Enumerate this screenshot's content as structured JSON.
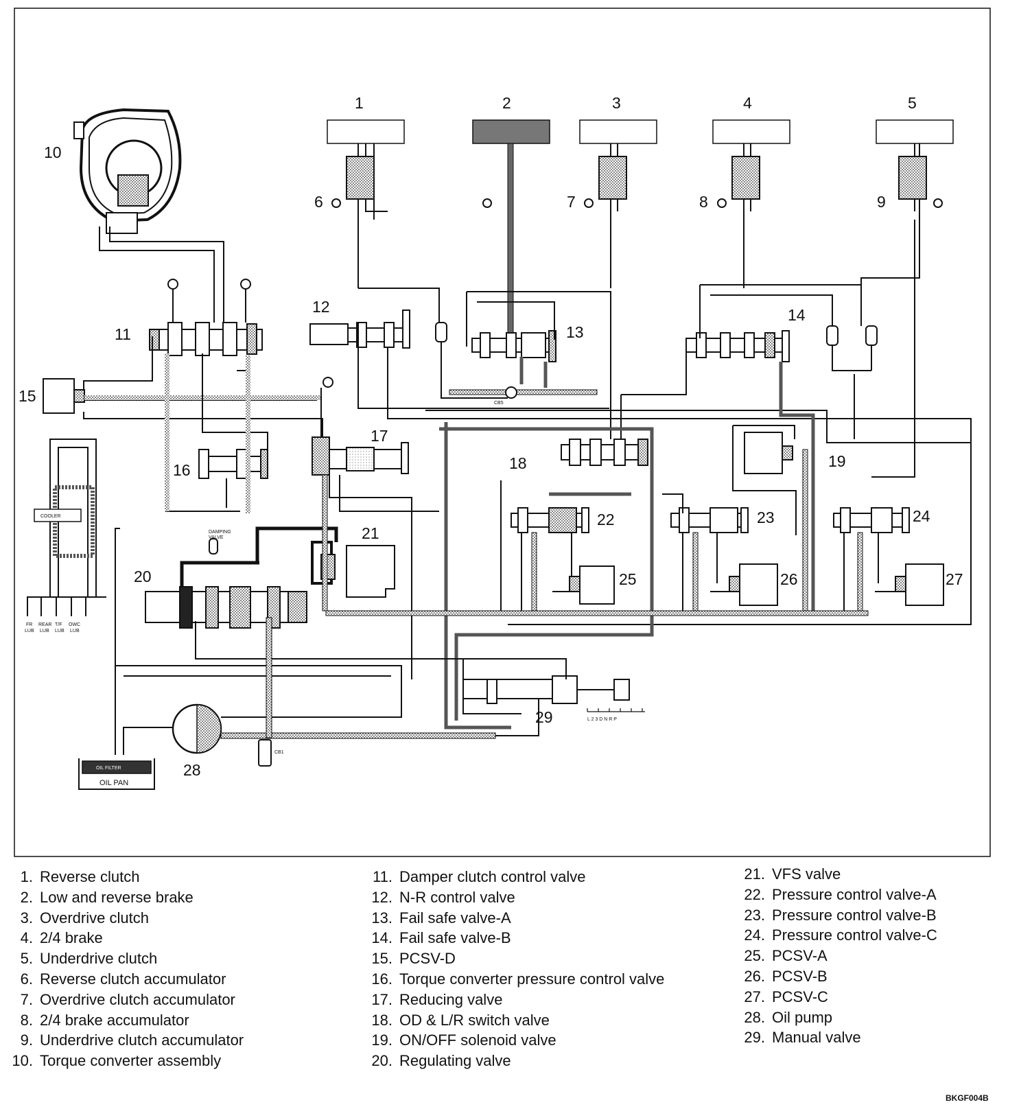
{
  "diagram": {
    "clutch_numbers": [
      "1",
      "2",
      "3",
      "4",
      "5"
    ],
    "component_numbers": {
      "n6": "6",
      "n7": "7",
      "n8": "8",
      "n9": "9",
      "n10": "10",
      "n11": "11",
      "n12": "12",
      "n13": "13",
      "n14": "14",
      "n15": "15",
      "n16": "16",
      "n17": "17",
      "n18": "18",
      "n19": "19",
      "n20": "20",
      "n21": "21",
      "n22": "22",
      "n23": "23",
      "n24": "24",
      "n25": "25",
      "n26": "26",
      "n27": "27",
      "n28": "28",
      "n29": "29"
    },
    "small_labels": {
      "cooler": "COOLER",
      "oil_pan": "OIL PAN",
      "oil_filter": "OIL FILTER",
      "damping_valve_1": "DAMPING",
      "damping_valve_2": "VALVE",
      "cb1": "CB1",
      "cb5": "CB5",
      "shift_positions": "L 2 3 D N R P",
      "lub": [
        {
          "top": "FR",
          "bottom": "LUB"
        },
        {
          "top": "REAR",
          "bottom": "LUB"
        },
        {
          "top": "T/F",
          "bottom": "LUB"
        },
        {
          "top": "OWC",
          "bottom": "LUB"
        }
      ]
    }
  },
  "legend": {
    "col1": [
      {
        "n": "1.",
        "text": "Reverse clutch"
      },
      {
        "n": "2.",
        "text": "Low and reverse brake"
      },
      {
        "n": "3.",
        "text": "Overdrive clutch"
      },
      {
        "n": "4.",
        "text": "2/4 brake"
      },
      {
        "n": "5.",
        "text": "Underdrive clutch"
      },
      {
        "n": "6.",
        "text": "Reverse clutch accumulator"
      },
      {
        "n": "7.",
        "text": "Overdrive clutch accumulator"
      },
      {
        "n": "8.",
        "text": "2/4 brake accumulator"
      },
      {
        "n": "9.",
        "text": "Underdrive clutch accumulator"
      },
      {
        "n": "10.",
        "text": "Torque converter  assembly"
      }
    ],
    "col2": [
      {
        "n": "11.",
        "text": "Damper clutch control valve"
      },
      {
        "n": "12.",
        "text": "N-R control valve"
      },
      {
        "n": "13.",
        "text": "Fail safe valve-A"
      },
      {
        "n": "14.",
        "text": "Fail safe valve-B"
      },
      {
        "n": "15.",
        "text": "PCSV-D"
      },
      {
        "n": "16.",
        "text": "Torque converter pressure control valve"
      },
      {
        "n": "17.",
        "text": "Reducing valve"
      },
      {
        "n": "18.",
        "text": "OD & L/R switch valve"
      },
      {
        "n": "19.",
        "text": "ON/OFF solenoid valve"
      },
      {
        "n": "20.",
        "text": "Regulating valve"
      }
    ],
    "col3": [
      {
        "n": "21.",
        "text": "VFS valve"
      },
      {
        "n": "22.",
        "text": "Pressure control valve-A"
      },
      {
        "n": "23.",
        "text": "Pressure control valve-B"
      },
      {
        "n": "24.",
        "text": "Pressure control valve-C"
      },
      {
        "n": "25.",
        "text": "PCSV-A"
      },
      {
        "n": "26.",
        "text": "PCSV-B"
      },
      {
        "n": "27.",
        "text": "PCSV-C"
      },
      {
        "n": "28.",
        "text": "Oil pump"
      },
      {
        "n": "29.",
        "text": "Manual valve"
      }
    ]
  },
  "figure_code": "BKGF004B"
}
